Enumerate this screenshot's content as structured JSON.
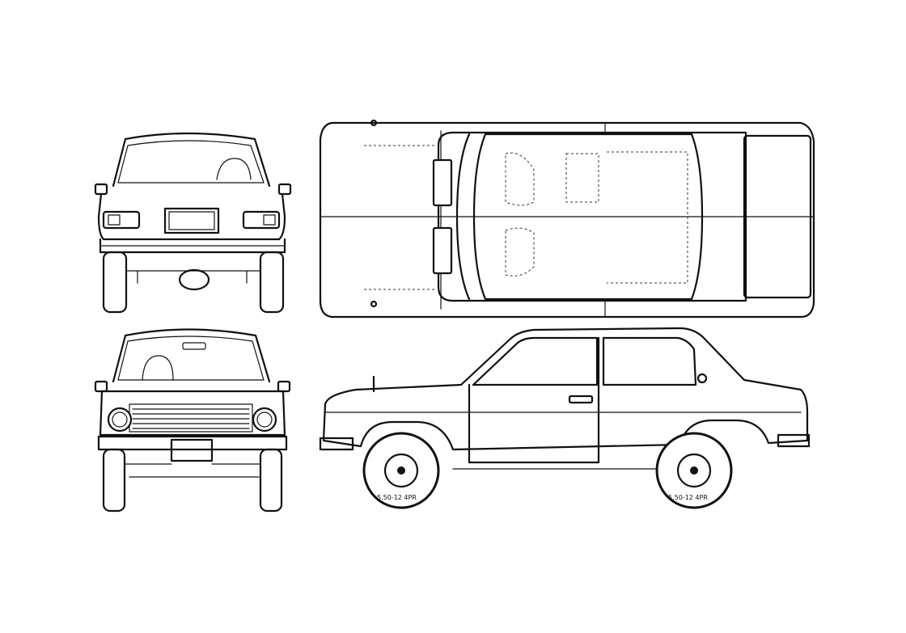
{
  "diagram": {
    "views": [
      "rear-view",
      "top-view",
      "front-view",
      "side-view"
    ],
    "tire_label_front": "5.50-12 4PR",
    "tire_label_rear": "5.50-12 4PR",
    "line_color": "#111111",
    "background_color": "#ffffff"
  }
}
